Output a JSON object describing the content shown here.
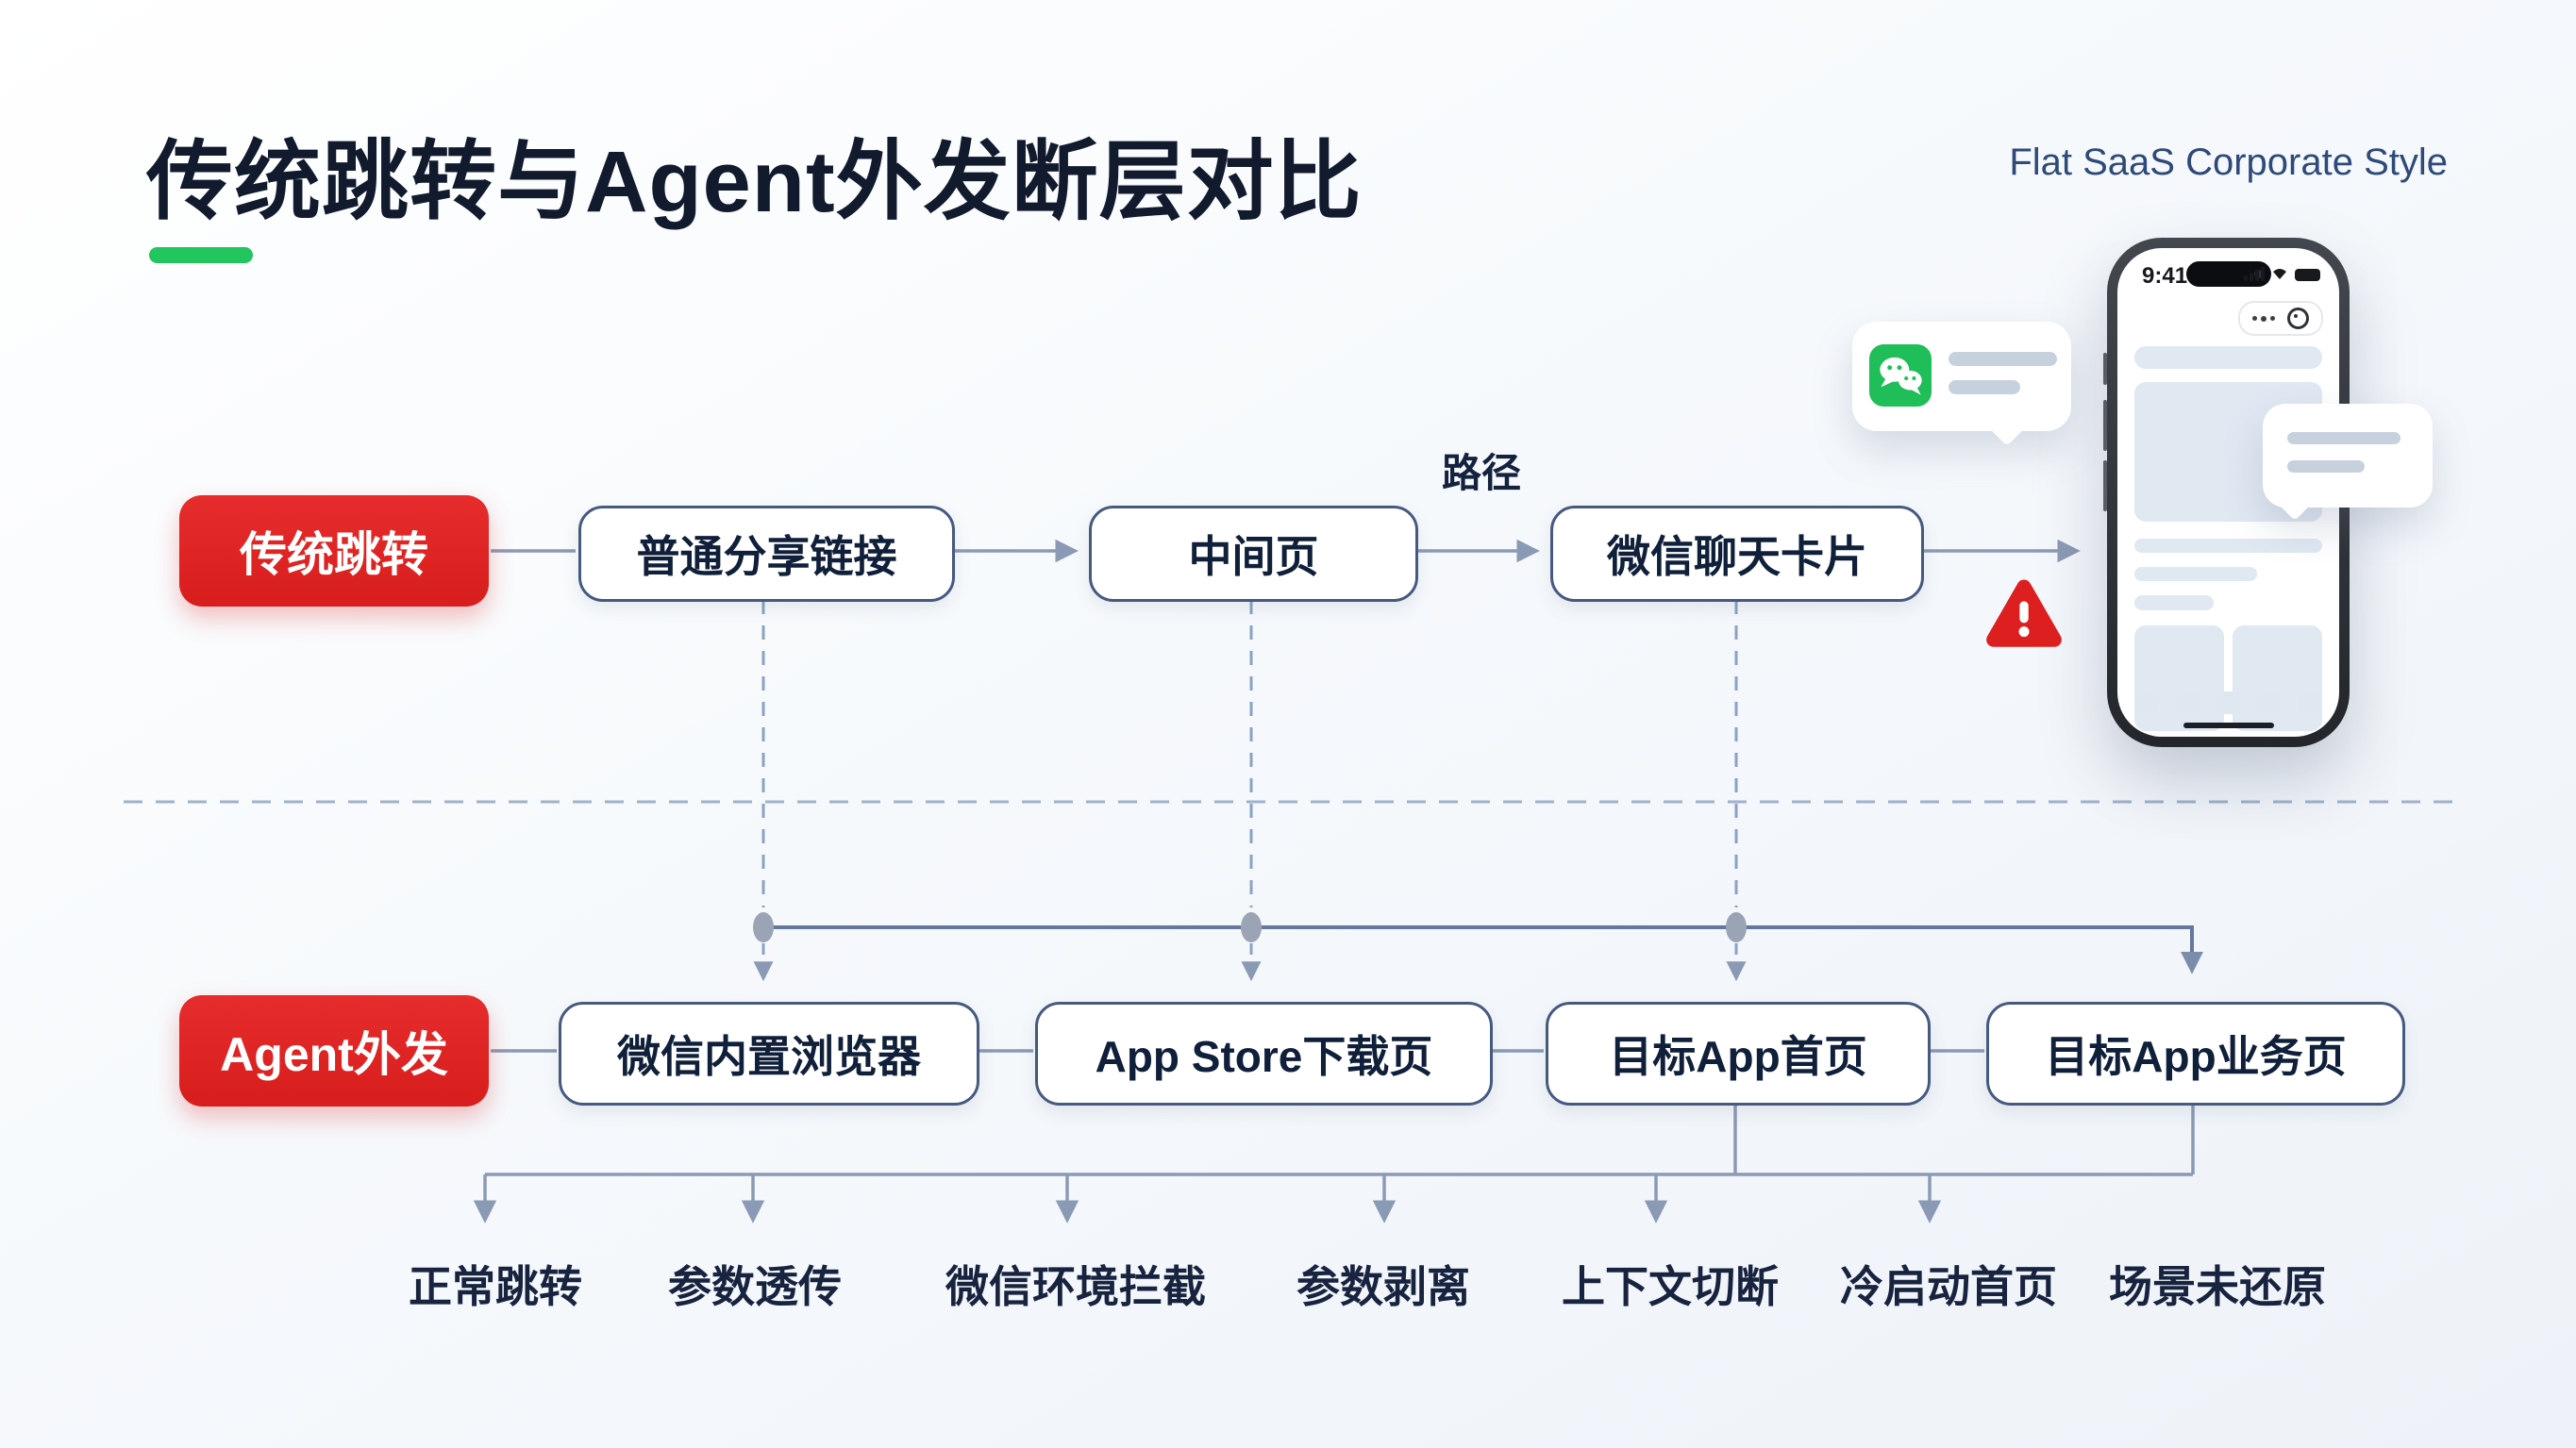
{
  "page": {
    "title": "传统跳转与Agent外发断层对比",
    "style_label": "Flat SaaS Corporate Style"
  },
  "flow_traditional": {
    "badge": "传统跳转",
    "path_label": "路径",
    "nodes": [
      {
        "label": "普通分享链接"
      },
      {
        "label": "中间页"
      },
      {
        "label": "微信聊天卡片"
      }
    ]
  },
  "flow_agent": {
    "badge": "Agent外发",
    "nodes": [
      {
        "label": "微信内置浏览器"
      },
      {
        "label": "App Store下载页"
      },
      {
        "label": "目标App首页"
      },
      {
        "label": "目标App业务页"
      }
    ]
  },
  "outcomes": [
    {
      "label": "正常跳转"
    },
    {
      "label": "参数透传"
    },
    {
      "label": "微信环境拦截"
    },
    {
      "label": "参数剥离"
    },
    {
      "label": "上下文切断"
    },
    {
      "label": "冷启动首页"
    },
    {
      "label": "场景未还原"
    }
  ],
  "phone": {
    "status_time": "9:41"
  },
  "icons": {
    "warning": "warning-triangle",
    "wechat": "wechat-logo"
  },
  "colors": {
    "accent_red": "#d81d1d",
    "accent_green": "#22c55e",
    "navy_text": "#121a2e",
    "connector": "#8b9ab4",
    "box_border": "#46597e"
  }
}
